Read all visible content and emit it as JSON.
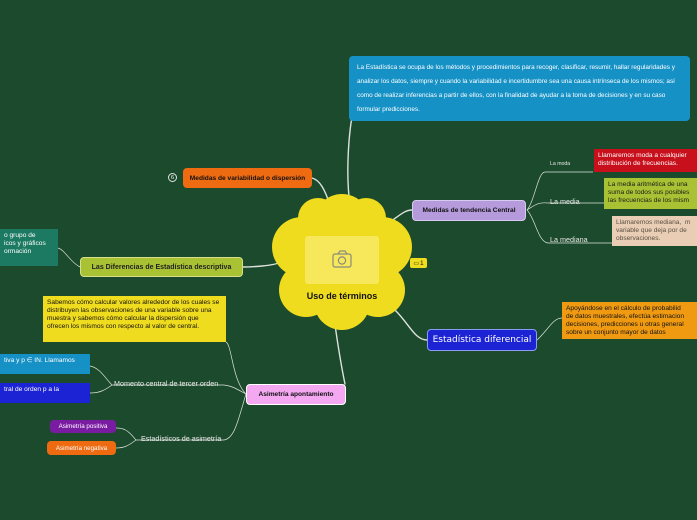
{
  "central": {
    "title": "Uso de términos",
    "icon": "camera-icon"
  },
  "intro_text": "La Estadística se ocupa de los métodos y procedimientos para recoger, clasificar, resumir, hallar regularidades y analizar los datos, siempre y cuando la variabilidad e incertidumbre sea una causa intrínseca de los mismos; así como de realizar inferencias a partir de ellos, con la finalidad de ayudar a la toma de decisiones y en su caso formular predicciones.",
  "comment_badge": {
    "count": "1",
    "icon": "comment-icon"
  },
  "variability": {
    "label": "Medidas de variabilidad o dispersión",
    "collapsed_count": "6"
  },
  "differences": {
    "label": "Las Diferencias de Estadística descriptiva",
    "text": "o grupo de\nicos y gráficos\normación"
  },
  "central_tendency": {
    "label": "Medidas de tendencia Central",
    "moda_label": "La moda",
    "moda_text": "Llamaremos moda a cualquier\ndistribución de frecuencias.",
    "media_label": "La media",
    "media_text": "La media aritmética de una\nsuma de todos sus posibles\nlas frecuencias de los mism",
    "mediana_label": "La mediana",
    "mediana_text": "Llamaremos mediana,  m\nvariable que deja por de\nobservaciones."
  },
  "inferential": {
    "label": "Estadística diferencial",
    "text": "Apoyándose en el cálculo de probabilid\nde datos muestrales, efectúa estimacion\ndecisiones, predicciones u otras general\nsobre un conjunto mayor de datos"
  },
  "asymmetry": {
    "label": "Asimetría apontamiento",
    "intro_text": "Sabemos cómo calcular valores alrededor de los cuales se distribuyen las observaciones de una variable sobre una muestra y sabemos cómo calcular la dispersión que ofrecen los mismos con respecto al valor de central.",
    "moment_label": "Momento central de tercer orden",
    "moment_box1": "tiva y p ∈ IN. Llamamos",
    "moment_box2": "tral de orden p a la",
    "stats_label": "Estadísticos de asimetría",
    "positive": "Asimetría positiva",
    "negative": "Asimetría negativa"
  },
  "colors": {
    "background": "#1c4a2c",
    "central": "#f0dc1e",
    "intro_box": "#1591c6",
    "orange": "#ee6b12",
    "olive": "#a8c234",
    "lavender": "#b69bdc",
    "blue_topic": "#1c23d4",
    "pink_topic": "#f3a8f1",
    "red_box": "#c8101c",
    "teal_box": "#1c7a62",
    "yellow_box": "#f0dc1e",
    "purple_box": "#7a1ca2"
  }
}
